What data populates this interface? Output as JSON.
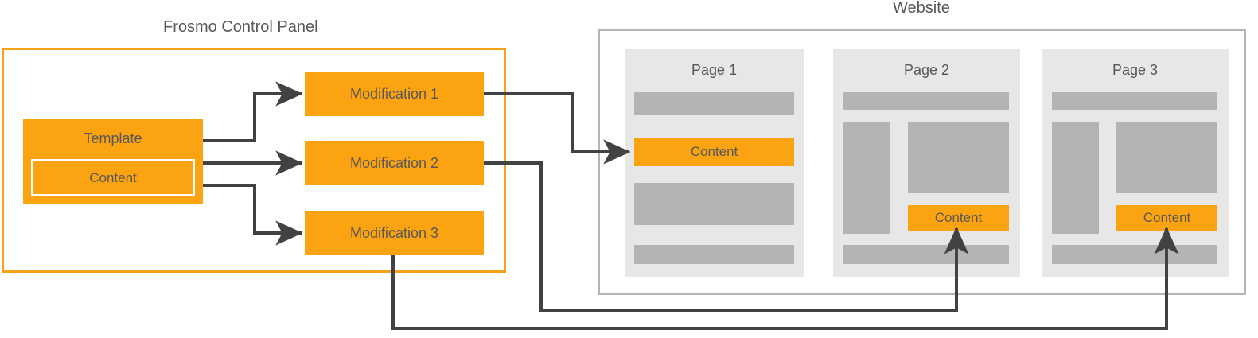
{
  "diagram": {
    "title_left": "Frosmo Control Panel",
    "title_right": "Website"
  },
  "control_panel": {
    "title": "Frosmo Control Panel",
    "template": {
      "label": "Template",
      "content_label": "Content"
    },
    "modifications": [
      {
        "label": "Modification 1"
      },
      {
        "label": "Modification 2"
      },
      {
        "label": "Modification 3"
      }
    ]
  },
  "website": {
    "title": "Website",
    "pages": [
      {
        "title": "Page 1",
        "content_label": "Content"
      },
      {
        "title": "Page 2",
        "content_label": "Content"
      },
      {
        "title": "Page 3",
        "content_label": "Content"
      }
    ]
  },
  "connections": [
    {
      "from": "Template",
      "to": "Modification 1"
    },
    {
      "from": "Template",
      "to": "Modification 2"
    },
    {
      "from": "Template",
      "to": "Modification 3"
    },
    {
      "from": "Modification 1",
      "to": "Page 1 Content"
    },
    {
      "from": "Modification 2",
      "to": "Page 2 Content"
    },
    {
      "from": "Modification 3",
      "to": "Page 3 Content"
    }
  ],
  "colors": {
    "orange": "#fca311",
    "panel_border": "#f9a11b",
    "arrow": "#404244",
    "page_card": "#e7e7e7",
    "placeholder_block": "#b4b4b4",
    "website_border": "#b4b4b4",
    "text": "#58585a"
  }
}
